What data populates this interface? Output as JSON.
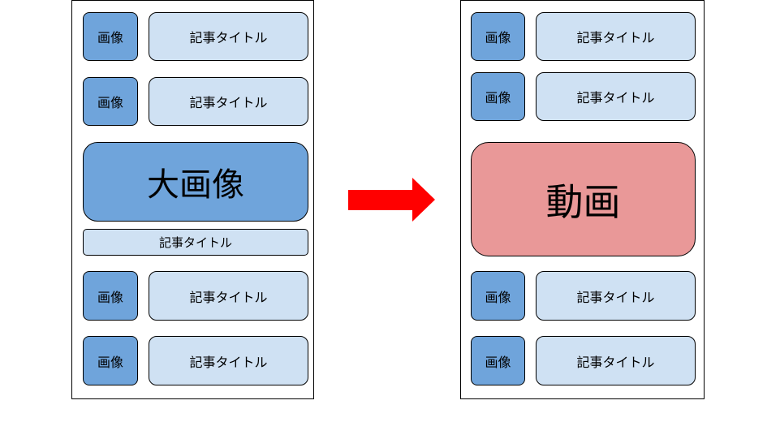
{
  "left": {
    "rows_top": [
      {
        "image": "画像",
        "title": "記事タイトル"
      },
      {
        "image": "画像",
        "title": "記事タイトル"
      }
    ],
    "feature": {
      "image": "大画像",
      "title": "記事タイトル"
    },
    "rows_bottom": [
      {
        "image": "画像",
        "title": "記事タイトル"
      },
      {
        "image": "画像",
        "title": "記事タイトル"
      }
    ]
  },
  "right": {
    "rows_top": [
      {
        "image": "画像",
        "title": "記事タイトル"
      },
      {
        "image": "画像",
        "title": "記事タイトル"
      }
    ],
    "feature": {
      "video": "動画"
    },
    "rows_bottom": [
      {
        "image": "画像",
        "title": "記事タイトル"
      },
      {
        "image": "画像",
        "title": "記事タイトル"
      }
    ]
  },
  "colors": {
    "thumb": "#6fa4db",
    "title": "#cfe1f3",
    "video": "#e99898",
    "arrow": "#ff0000"
  }
}
